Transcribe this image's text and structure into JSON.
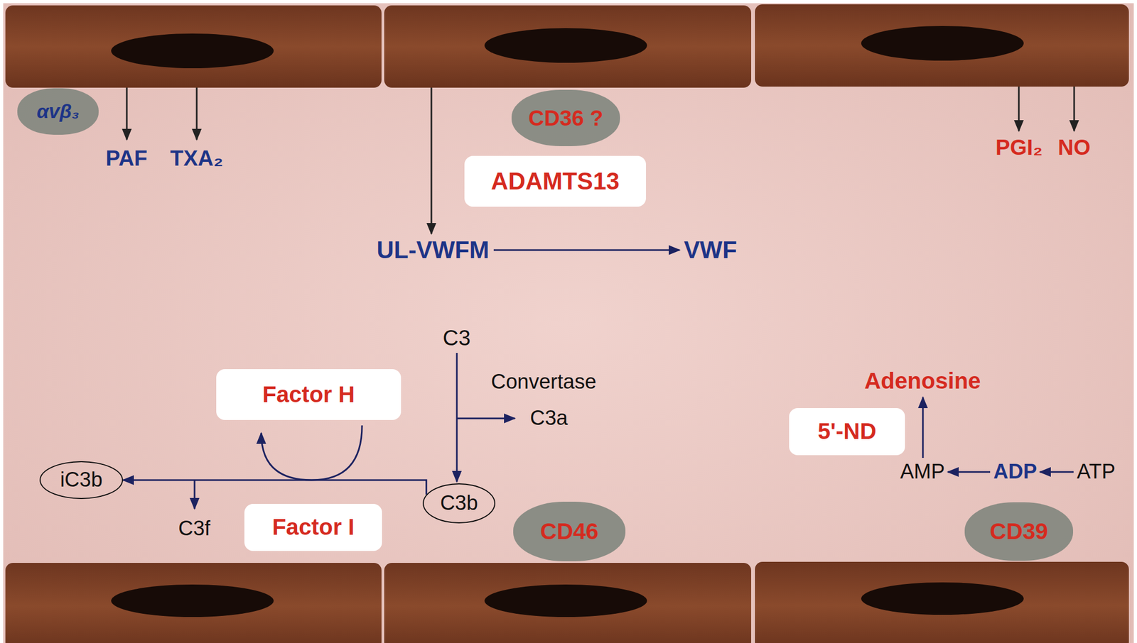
{
  "diagram": {
    "nodes": [
      {
        "text": [
          "αvβ₃"
        ]
      },
      {
        "text": [
          "CD36 ?"
        ]
      },
      {
        "text": [
          "ADAMTS13"
        ]
      },
      {
        "text": [
          "Factor H"
        ]
      },
      {
        "text": [
          "5'-ND"
        ]
      },
      {
        "text": [
          "iC3b"
        ]
      },
      {
        "text": [
          "C3b"
        ]
      },
      {
        "text": [
          "Factor I"
        ]
      },
      {
        "text": [
          "CD46"
        ]
      },
      {
        "text": [
          "CD39"
        ]
      }
    ],
    "edges": [
      {
        "from": 6,
        "to": 5,
        "arrow": "to"
      }
    ],
    "labels": [
      "PAF",
      "TXA₂",
      "UL-VWFM",
      "VWF",
      "PGI₂",
      "NO",
      "C3",
      "Convertase",
      "C3a",
      "C3f",
      "Adenosine",
      "AMP",
      "ADP",
      "ATP"
    ]
  }
}
